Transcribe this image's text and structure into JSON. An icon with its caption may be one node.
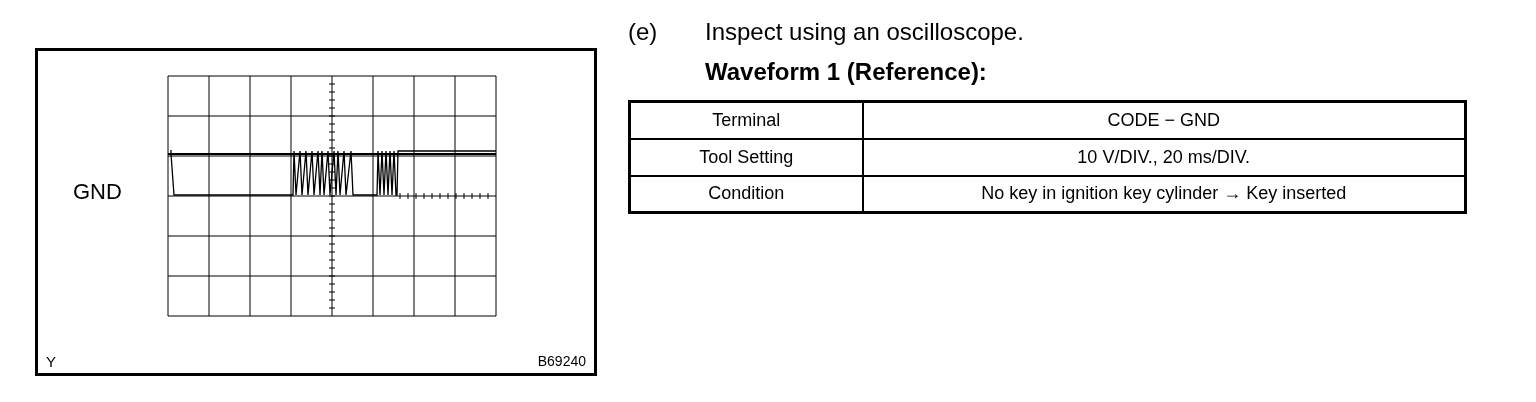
{
  "diagram": {
    "nodes": [
      {
        "text": [
          "GND",
          "Y",
          "B69240"
        ]
      }
    ],
    "labels": [
      "(e)",
      "Inspect using an oscilloscope.",
      "Waveform 1 (Reference):",
      "Terminal",
      "CODE − GND",
      "Tool Setting",
      "10 V/DIV., 20 ms/DIV.",
      "Condition",
      "No key in ignition key cylinder → Key inserted"
    ]
  }
}
